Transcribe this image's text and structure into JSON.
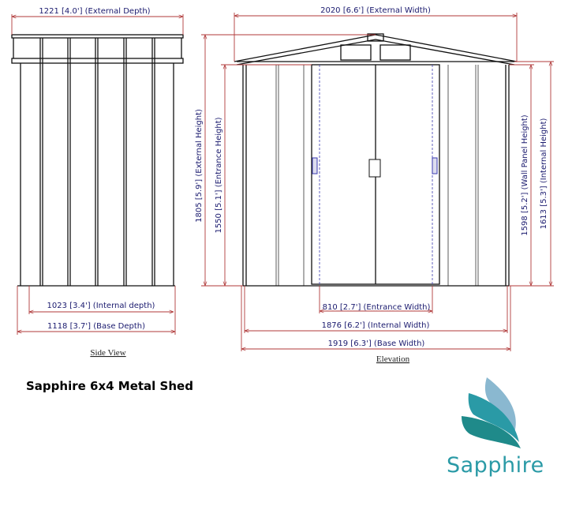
{
  "side_view": {
    "caption": "Side View",
    "external_depth": "1221 [4.0'] (External Depth)",
    "internal_depth": "1023 [3.4'] (Internal depth)",
    "base_depth": "1118 [3.7'] (Base Depth)"
  },
  "elevation": {
    "caption": "Elevation",
    "external_width": "2020 [6.6'] (External Width)",
    "external_height": "1805 [5.9'] (External Height)",
    "entrance_height": "1550 [5.1'] (Entrance Height)",
    "wall_panel_height": "1598 [5.2'] (Wall Panel Height)",
    "internal_height": "1613 [5.3'] (Internal Height)",
    "entrance_width": "810 [2.7'] (Entrance Width)",
    "internal_width": "1876 [6.2'] (Internal Width)",
    "base_width": "1919 [6.3'] (Base Width)"
  },
  "product_title": "Sapphire 6x4 Metal Shed",
  "logo": {
    "name": "Sapphire",
    "colors": [
      "#8ab8d0",
      "#2a9aa6",
      "#1f8a8a"
    ]
  }
}
